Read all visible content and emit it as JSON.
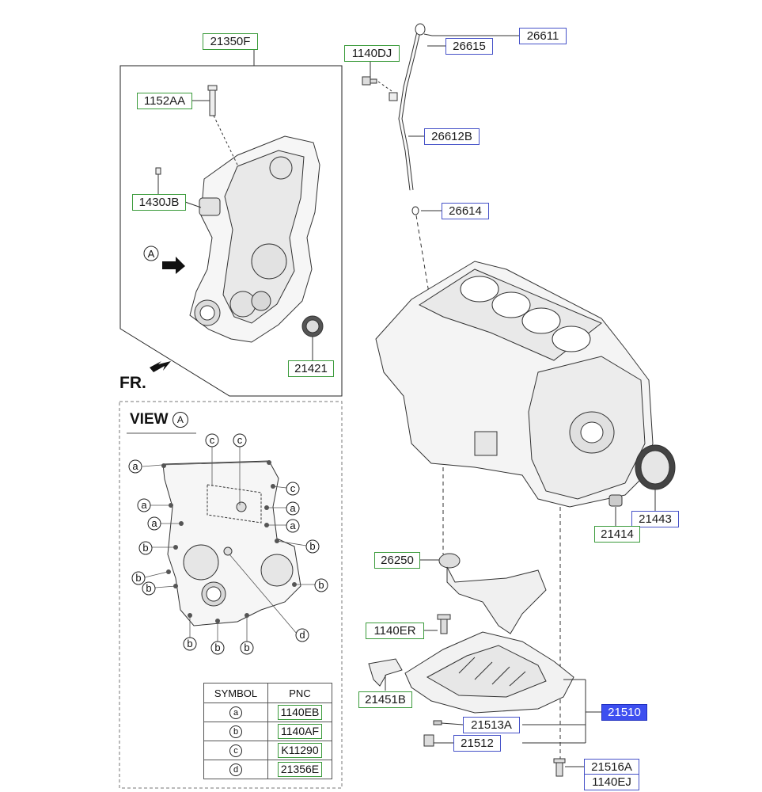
{
  "parts": {
    "p21350F": "21350F",
    "p1152AA": "1152AA",
    "p1430JB": "1430JB",
    "p21421": "21421",
    "p1140DJ": "1140DJ",
    "p26611": "26611",
    "p26615": "26615",
    "p26612B": "26612B",
    "p26614": "26614",
    "p21443": "21443",
    "p21414": "21414",
    "p26250": "26250",
    "p1140ER": "1140ER",
    "p21451B": "21451B",
    "p21510": "21510",
    "p21513A": "21513A",
    "p21512": "21512",
    "p21516A": "21516A",
    "p1140EJ": "1140EJ"
  },
  "view_marker": "A",
  "fr_label": "FR.",
  "view_title": "VIEW",
  "callout_letters": {
    "a": "a",
    "b": "b",
    "c": "c",
    "d": "d"
  },
  "legend": {
    "header_symbol": "SYMBOL",
    "header_pnc": "PNC",
    "rows": [
      {
        "symbol": "a",
        "pnc": "1140EB"
      },
      {
        "symbol": "b",
        "pnc": "1140AF"
      },
      {
        "symbol": "c",
        "pnc": "K11290"
      },
      {
        "symbol": "d",
        "pnc": "21356E"
      }
    ]
  },
  "colors": {
    "green_border": "#3b9b3b",
    "blue_border": "#4652c8",
    "selected_fill": "#3d4ff0"
  }
}
